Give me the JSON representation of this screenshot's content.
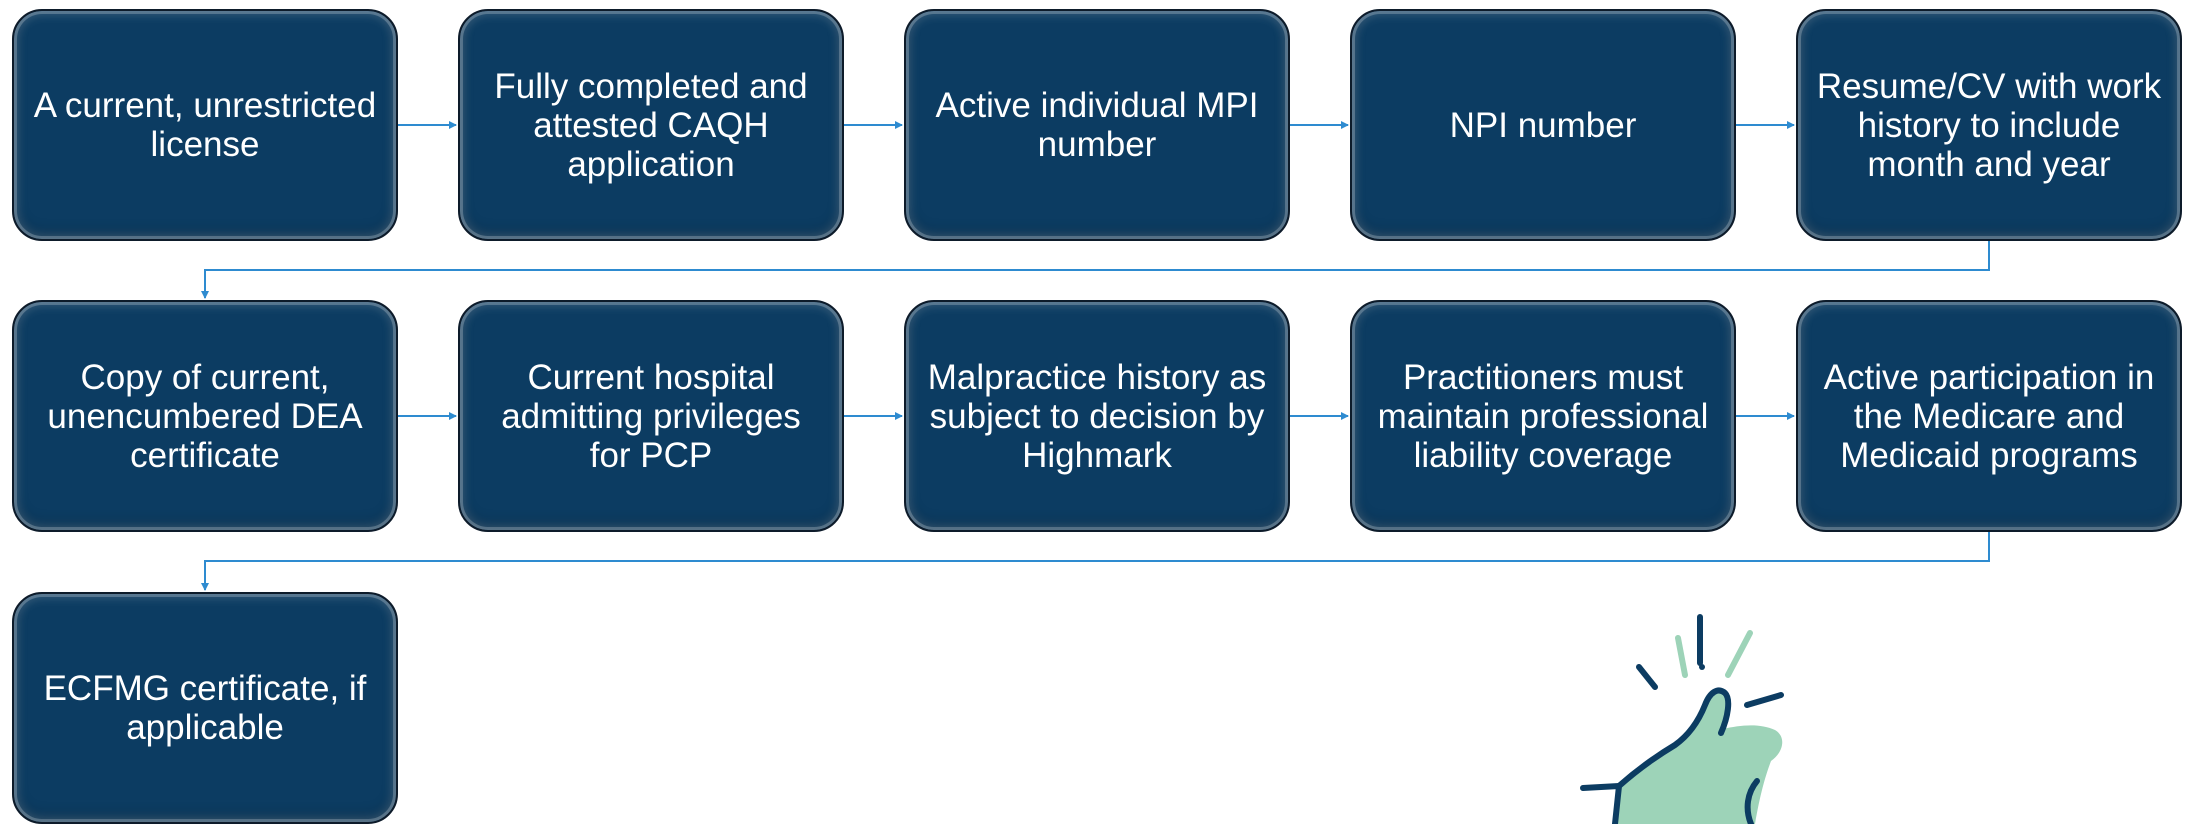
{
  "steps": [
    {
      "label": "A current, unrestricted license"
    },
    {
      "label": "Fully completed and attested CAQH application"
    },
    {
      "label": "Active individual MPI number"
    },
    {
      "label": "NPI number"
    },
    {
      "label": "Resume/CV with work history to include month and year"
    },
    {
      "label": "Copy of current, unencumbered DEA certificate"
    },
    {
      "label": "Current hospital admitting privileges for PCP"
    },
    {
      "label": "Malpractice history as subject to decision by Highmark"
    },
    {
      "label": "Practitioners must maintain professional liability coverage"
    },
    {
      "label": "Active participation in the Medicare and Medicaid programs"
    },
    {
      "label": "ECFMG certificate, if applicable"
    }
  ],
  "colors": {
    "box_fill": "#0c3c62",
    "box_text": "#ffffff",
    "connector": "#2e8bd0",
    "hand_fill": "#9dd3b8",
    "hand_outline": "#0c3c62",
    "spark_light": "#9dd3b8",
    "spark_dark": "#0c3c62"
  },
  "decoration": {
    "icon": "snapping-fingers-hand-icon"
  }
}
